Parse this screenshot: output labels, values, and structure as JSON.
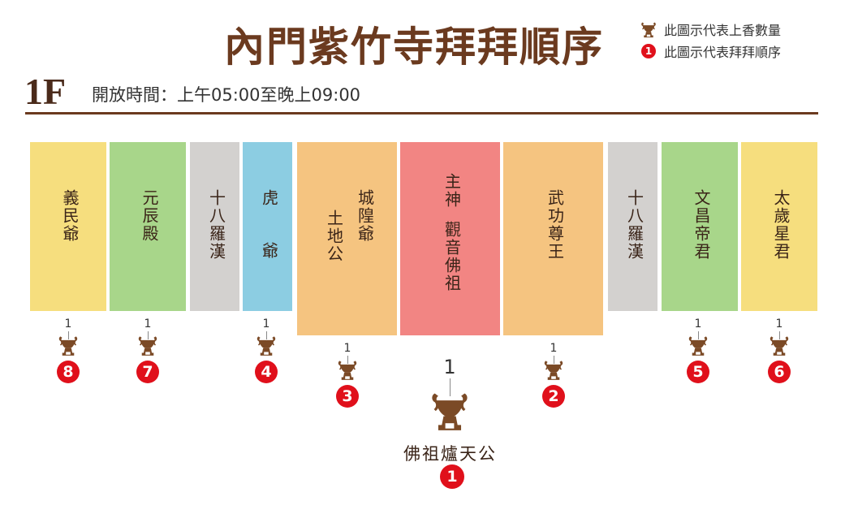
{
  "title": "內門紫竹寺拜拜順序",
  "legend": [
    {
      "icon": "censer-icon",
      "label": "此圖示代表上香數量"
    },
    {
      "icon": "order-badge-icon",
      "badge": "1",
      "label": "此圖示代表拜拜順序"
    }
  ],
  "floor": "1F",
  "hours": "開放時間：上午05:00至晚上09:00",
  "colors": {
    "brown": "#6b3a1f",
    "badge": "#e0101b",
    "censer": "#7b4a26"
  },
  "shrines": [
    {
      "name": "義民爺",
      "color": "#f6de7e",
      "incense": "1",
      "order": "8"
    },
    {
      "name": "元辰殿",
      "color": "#a8d68a",
      "incense": "1",
      "order": "7"
    },
    {
      "name": "十八羅漢",
      "color": "#d3d1cf"
    },
    {
      "name": "虎爺",
      "color": "#8ccde2",
      "incense": "1",
      "order": "4"
    },
    {
      "name": "土地公",
      "name2": "城隍爺",
      "color": "#f5c480",
      "incense": "1",
      "order": "3"
    },
    {
      "name": "主神",
      "name2": "觀音佛祖",
      "color": "#f28583"
    },
    {
      "name": "武功尊王",
      "color": "#f5c480",
      "incense": "1",
      "order": "2"
    },
    {
      "name": "十八羅漢",
      "color": "#d3d1cf"
    },
    {
      "name": "文昌帝君",
      "color": "#a8d68a",
      "incense": "1",
      "order": "5"
    },
    {
      "name": "太歲星君",
      "color": "#f6de7e",
      "incense": "1",
      "order": "6"
    }
  ],
  "main_censer": {
    "label": "佛祖爐天公",
    "incense": "1",
    "order": "1"
  }
}
